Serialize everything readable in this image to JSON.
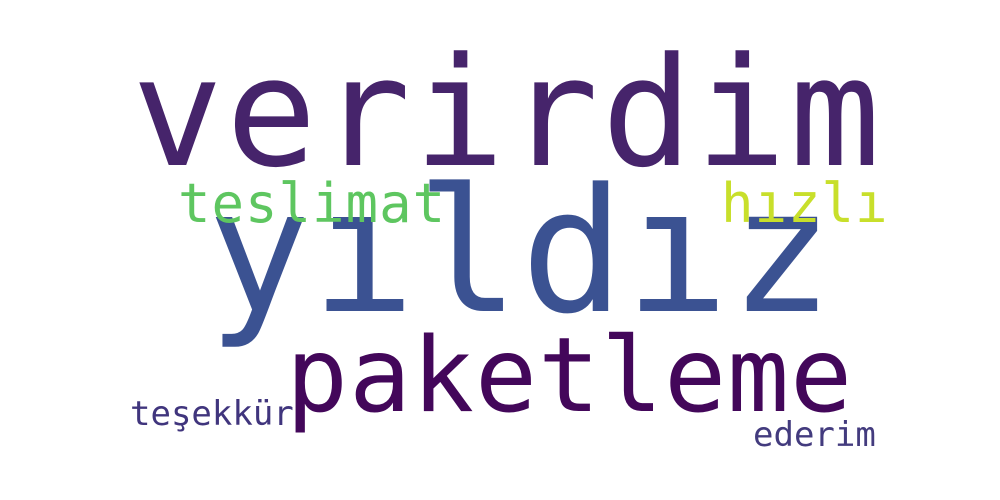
{
  "words": [
    {
      "text": "verirdim",
      "color": "#46246b"
    },
    {
      "text": "yıldız",
      "color": "#3b5292"
    },
    {
      "text": "paketleme",
      "color": "#43075a"
    },
    {
      "text": "teslimat",
      "color": "#5ec660"
    },
    {
      "text": "hızlı",
      "color": "#c8df2b"
    },
    {
      "text": "teşekkür",
      "color": "#40357d"
    },
    {
      "text": "ederim",
      "color": "#433b7e"
    }
  ]
}
